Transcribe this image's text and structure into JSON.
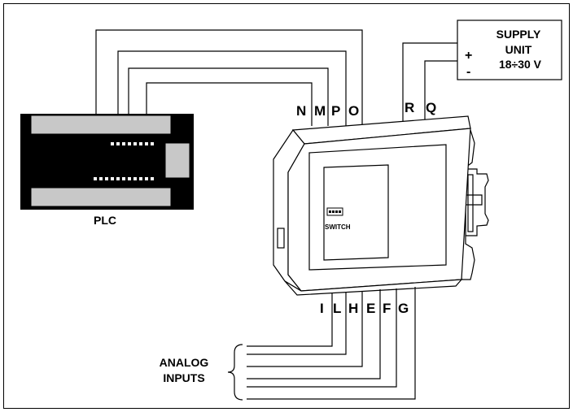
{
  "plc": {
    "label": "PLC"
  },
  "supply": {
    "line1": "SUPPLY",
    "line2": "UNIT",
    "line3": "18÷30 V",
    "plus": "+",
    "minus": "-"
  },
  "terminals_top": [
    "N",
    "M",
    "P",
    "O",
    "R",
    "Q"
  ],
  "terminals_bottom": [
    "I",
    "L",
    "H",
    "E",
    "F",
    "G"
  ],
  "switch": {
    "label": "SWITCH"
  },
  "analog": {
    "line1": "ANALOG",
    "line2": "INPUTS"
  },
  "colors": {
    "line": "#000000",
    "plc_body": "#000000",
    "plc_strip": "#c8c8c8",
    "panel": "#ffffff"
  }
}
